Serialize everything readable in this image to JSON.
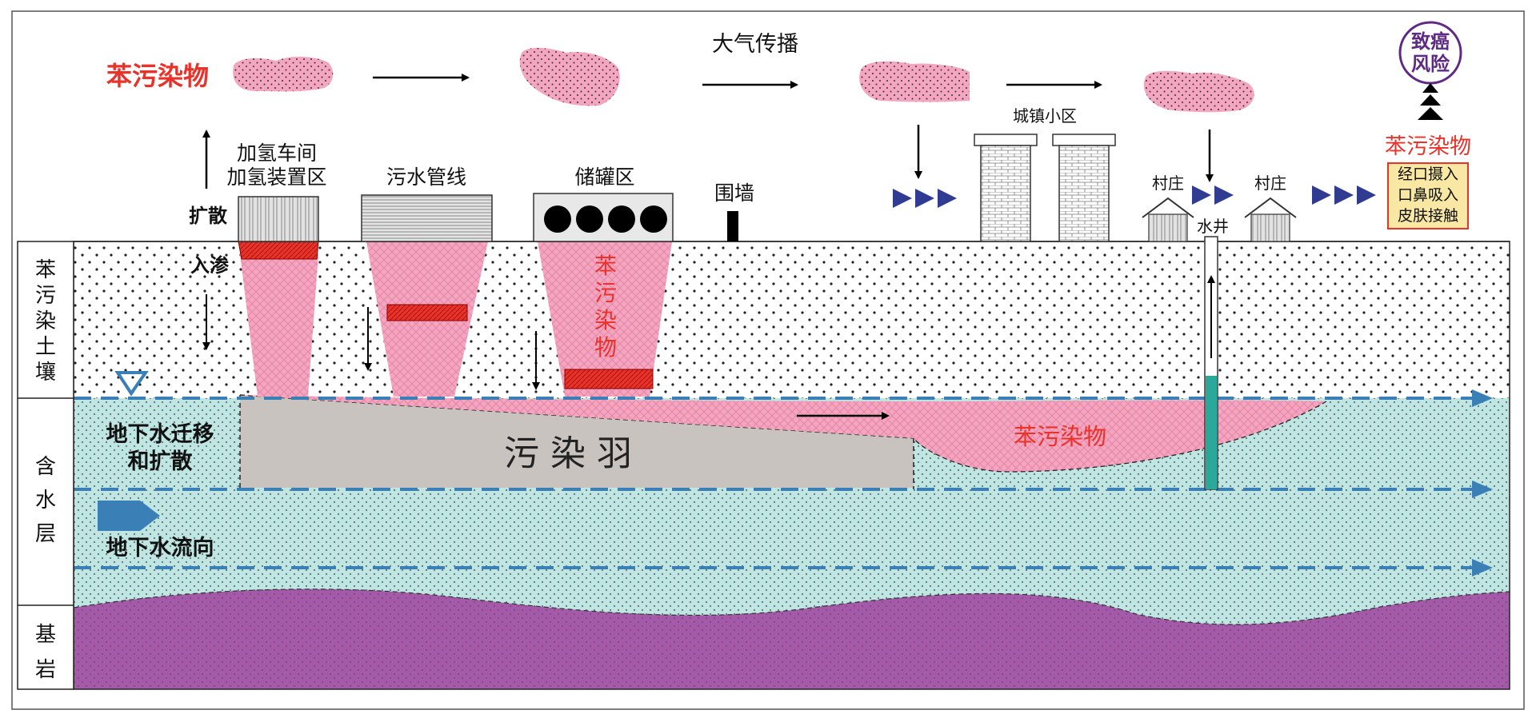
{
  "labels": {
    "pollutant_air": "苯污染物",
    "atmospheric_transport": "大气传播",
    "cancer_risk_line1": "致癌",
    "cancer_risk_line2": "风险",
    "pollutant_right": "苯污染物",
    "exposure_line1": "经口摄入",
    "exposure_line2": "口鼻吸入",
    "exposure_line3": "皮肤接触",
    "hydro_line1": "加氢车间",
    "hydro_line2": "加氢装置区",
    "diffusion": "扩散",
    "infiltration": "入渗",
    "sewage": "污水管线",
    "tank": "储罐区",
    "wall": "围墙",
    "town": "城镇小区",
    "village_left": "村庄",
    "village_right": "村庄",
    "well": "水井",
    "tank_pollutant": [
      "苯",
      "污",
      "染",
      "物"
    ],
    "groundwater_pollutant": "苯污染物",
    "plume": "污 染 羽",
    "migration_line1": "地下水迁移",
    "migration_line2": "和扩散",
    "flow_direction": "地下水流向",
    "layer_soil": [
      "苯",
      "污",
      "染",
      "土",
      "壤"
    ],
    "layer_aquifer": [
      "含",
      "水",
      "层"
    ],
    "layer_bedrock": [
      "基",
      "岩"
    ]
  },
  "colors": {
    "pollutant_red": "#e8322a",
    "pink": "#f4a6c0",
    "aquifer": "#bfe6e3",
    "bedrock": "#a45aa8",
    "arrow_blue": "#2f3c92",
    "flow_blue": "#3a7fb5",
    "plume_gray": "#c8c3be",
    "risk_purple": "#5e2a84"
  }
}
